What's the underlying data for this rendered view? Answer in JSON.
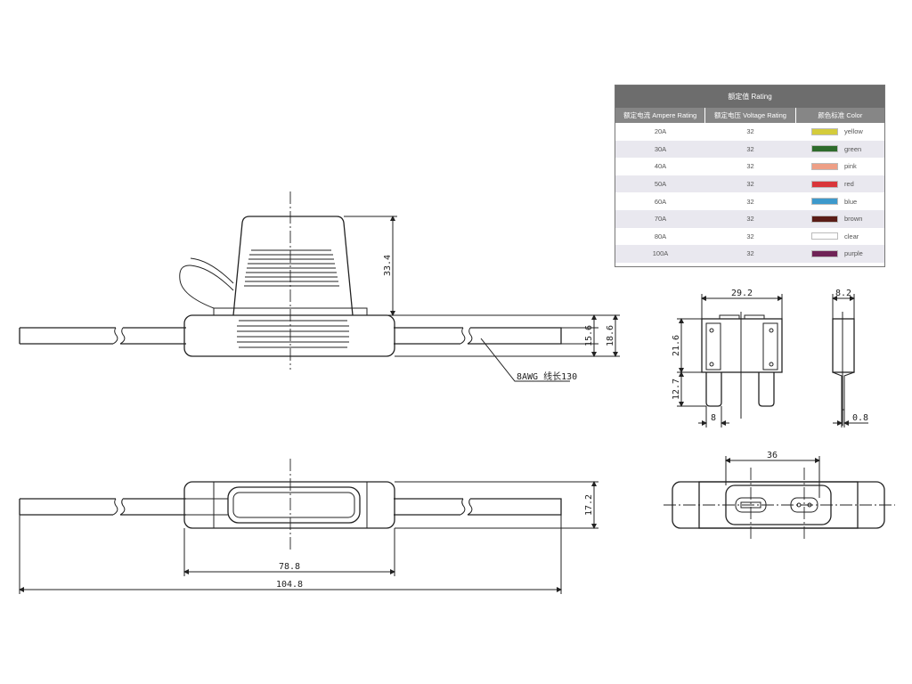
{
  "dimensions": {
    "fuse_width": "29.2",
    "fuse_thickness": "8.2",
    "fuse_body_height": "21.6",
    "terminal_length": "12.7",
    "terminal_width": "8",
    "terminal_thickness": "0.8",
    "cap_height": "33.4",
    "holder_height_inner": "15.6",
    "holder_height_outer": "18.6",
    "bottom_height": "17.2",
    "holder_length": "78.8",
    "overall_length": "104.8",
    "end_view_width": "36",
    "wire_label": "8AWG 线长130"
  },
  "table": {
    "title": "额定值 Rating",
    "headers": [
      "额定电流 Ampere Rating",
      "额定电压 Voltage Rating",
      "颜色标准  Color"
    ],
    "rows": [
      {
        "ampere": "20A",
        "voltage": "32",
        "color_name": "yellow",
        "color_hex": "#d4cc3c"
      },
      {
        "ampere": "30A",
        "voltage": "32",
        "color_name": "green",
        "color_hex": "#2e6b2c"
      },
      {
        "ampere": "40A",
        "voltage": "32",
        "color_name": "pink",
        "color_hex": "#ee9f86"
      },
      {
        "ampere": "50A",
        "voltage": "32",
        "color_name": "red",
        "color_hex": "#d9363a"
      },
      {
        "ampere": "60A",
        "voltage": "32",
        "color_name": "blue",
        "color_hex": "#3d99cc"
      },
      {
        "ampere": "70A",
        "voltage": "32",
        "color_name": "brown",
        "color_hex": "#5b1d17"
      },
      {
        "ampere": "80A",
        "voltage": "32",
        "color_name": "clear",
        "color_hex": "#ffffff"
      },
      {
        "ampere": "100A",
        "voltage": "32",
        "color_name": "purple",
        "color_hex": "#6f2356"
      }
    ]
  }
}
